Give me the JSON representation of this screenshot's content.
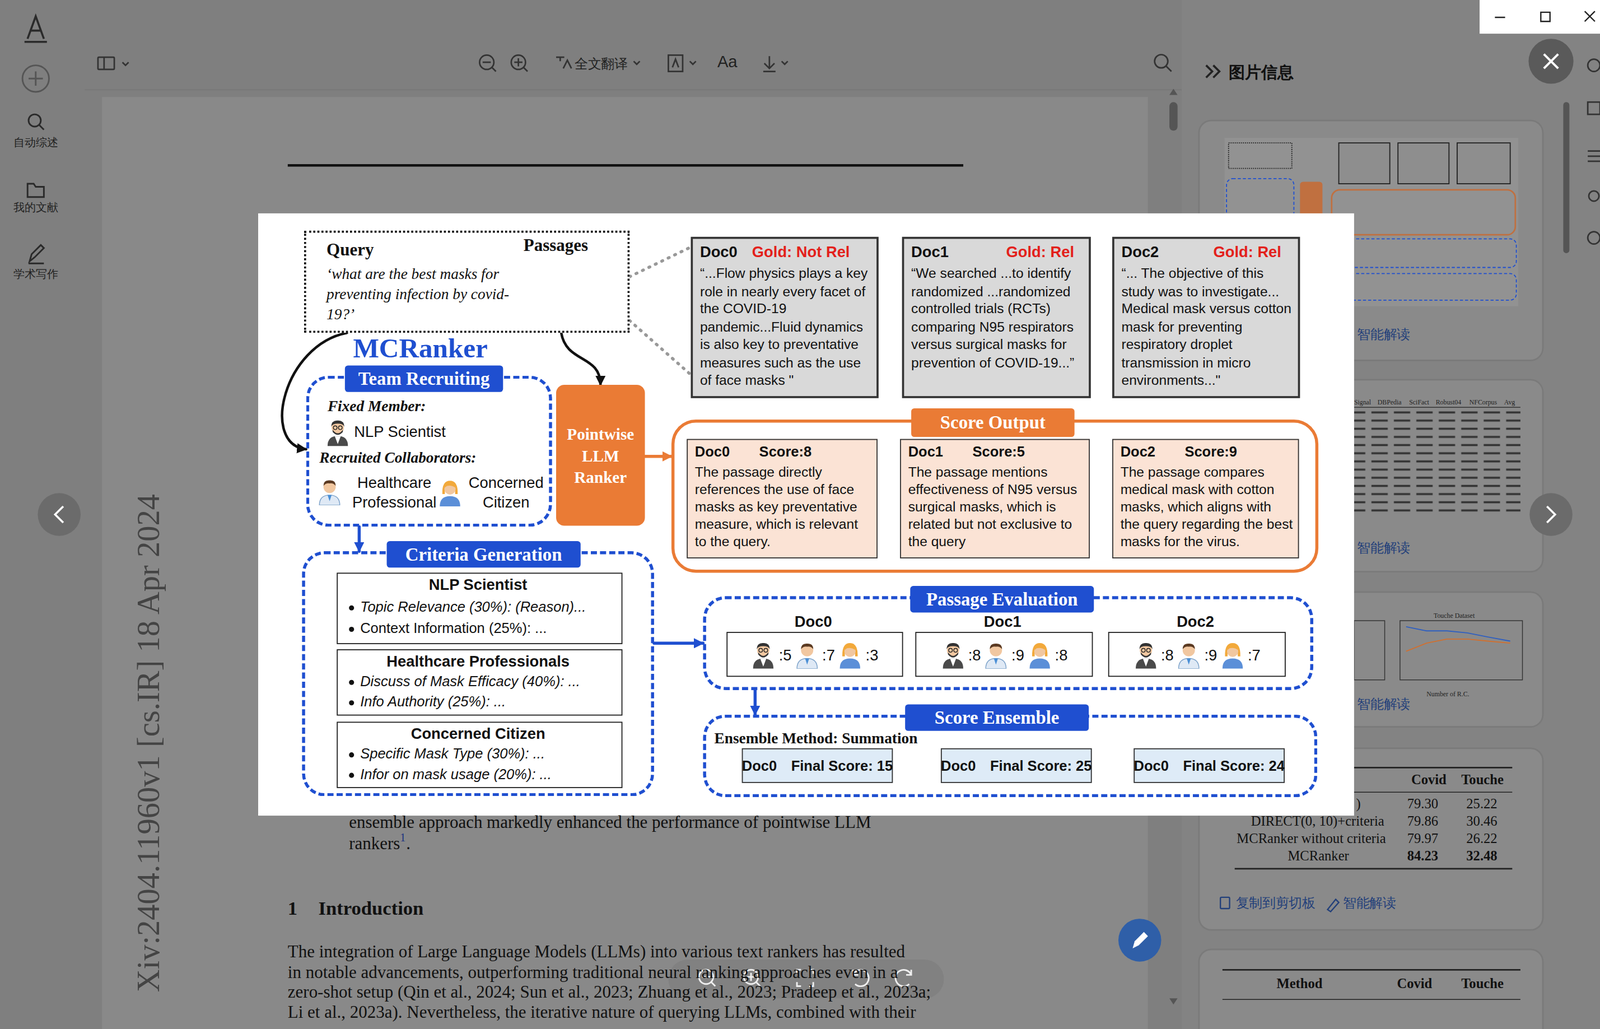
{
  "diagram": {
    "nodes": [
      {
        "text": [
          "Query",
          "‘what are the best masks for preventing infection by covid-19?’",
          "Passages"
        ]
      },
      {
        "text": [
          "Team Recruiting",
          "Fixed Member:",
          "NLP Scientist",
          "Recruited Collaborators:",
          "Healthcare Professional",
          "Concerned Citizen"
        ]
      },
      {
        "text": [
          "Pointwise LLM Ranker"
        ]
      },
      {
        "text": [
          "Doc0",
          "Gold: Not Rel",
          "“...Flow physics plays a key role in nearly every facet of the COVID-19 pandemic...Fluid dynamics is also key to preventative measures such as the use of face masks \""
        ]
      },
      {
        "text": [
          "Doc1",
          "Gold: Rel",
          "“We searched ...to identify randomized ...randomized controlled trials (RCTs) comparing N95 respirators versus surgical masks for prevention of COVID-19...”"
        ]
      },
      {
        "text": [
          "Doc2",
          "Gold: Rel",
          "“... The objective of this study was to investigate... Medical mask versus cotton mask for preventing respiratory droplet transmission in micro environments...\""
        ]
      },
      {
        "text": [
          "Score Output"
        ]
      },
      {
        "text": [
          "Doc0",
          "Score:8",
          "The passage directly references the use of face masks as key preventative measure, which is relevant to the query."
        ],
        "in": 6
      },
      {
        "text": [
          "Doc1",
          "Score:5",
          "The passage mentions effectiveness of N95 versus surgical masks, which is related but not exclusive to the query"
        ],
        "in": 6
      },
      {
        "text": [
          "Doc2",
          "Score:9",
          "The passage compares medical mask with cotton masks, which aligns with the query regarding the best masks for the virus."
        ],
        "in": 6
      },
      {
        "text": [
          "Criteria Generation"
        ]
      },
      {
        "text": [
          "NLP Scientist",
          "Topic Relevance (30%):  (Reason)...",
          "Context Information (25%): ..."
        ],
        "in": 10
      },
      {
        "text": [
          "Healthcare Professionals",
          "Discuss of Mask Efficacy (40%): ...",
          "Info Authority (25%): ..."
        ],
        "in": 10
      },
      {
        "text": [
          "Concerned Citizen",
          "Specific Mask Type (30%): ...",
          "Infor on mask usage (20%): ..."
        ],
        "in": 10
      },
      {
        "text": [
          "Passage Evaluation"
        ]
      },
      {
        "text": [
          "Doc0",
          ":5",
          ":7",
          ":3"
        ],
        "in": 14
      },
      {
        "text": [
          "Doc1",
          ":8",
          ":9",
          ":8"
        ],
        "in": 14
      },
      {
        "text": [
          "Doc2",
          ":8",
          ":9",
          ":7"
        ],
        "in": 14
      },
      {
        "text": [
          "Score Ensemble",
          "Ensemble Method: Summation"
        ]
      },
      {
        "text": [
          "Doc0",
          "Final Score: 15"
        ],
        "in": 18
      },
      {
        "text": [
          "Doc0",
          "Final Score: 25"
        ],
        "in": 18
      },
      {
        "text": [
          "Doc0",
          "Final Score: 24"
        ],
        "in": 18
      }
    ],
    "edges": [
      {
        "from": 0,
        "to": 1,
        "arrow": "to"
      },
      {
        "from": 0,
        "to": 2,
        "arrow": "to"
      },
      {
        "from": 0,
        "to": 3,
        "arrow": "none"
      },
      {
        "from": 0,
        "to": 3,
        "arrow": "none"
      },
      {
        "from": 1,
        "to": 10,
        "arrow": "to"
      },
      {
        "from": 2,
        "to": 6,
        "arrow": "to"
      },
      {
        "from": 10,
        "to": 14,
        "arrow": "to"
      },
      {
        "from": 14,
        "to": 18,
        "arrow": "to"
      }
    ],
    "labels": [
      "MCRanker",
      "自动综述",
      "我的文献",
      "学术写作",
      "全文翻译",
      "Aa",
      "图片信息",
      "ensemble approach markedly enhanced the performance of pointwise LLM",
      "rankers",
      "1",
      ".",
      "1",
      "Introduction",
      "The integration of Large Language Models (LLMs) into various text rankers has resulted",
      "in notable advancements, outperforming traditional neural ranking approaches even in a",
      "zero-shot setup (Qin et al., 2024; Sun et al., 2023; Zhuang et al., 2023; Pradeep et al., 2023a;",
      "Li et al., 2023a). Nevertheless, the iterative nature of querying LLMs, combined with their",
      "Xiv:2404.11960v1 [cs.IR] 18 Apr 2024",
      "智能解读",
      "智能解读",
      "智能解读",
      "复制到剪切板",
      "智能解读",
      "Covid",
      "Touche",
      ")",
      "79.30",
      "25.22",
      "DIRECT(0, 10)+criteria",
      "79.86",
      "30.46",
      "MCRanker without criteria",
      "79.97",
      "26.22",
      "MCRanker",
      "84.23",
      "32.48",
      "Method",
      "Covid",
      "Touche",
      "Signal",
      "DBPedia",
      "SciFact",
      "Robust04",
      "NFCorpus",
      "Avg",
      "Touche Dataset",
      "Number of R.C."
    ]
  }
}
